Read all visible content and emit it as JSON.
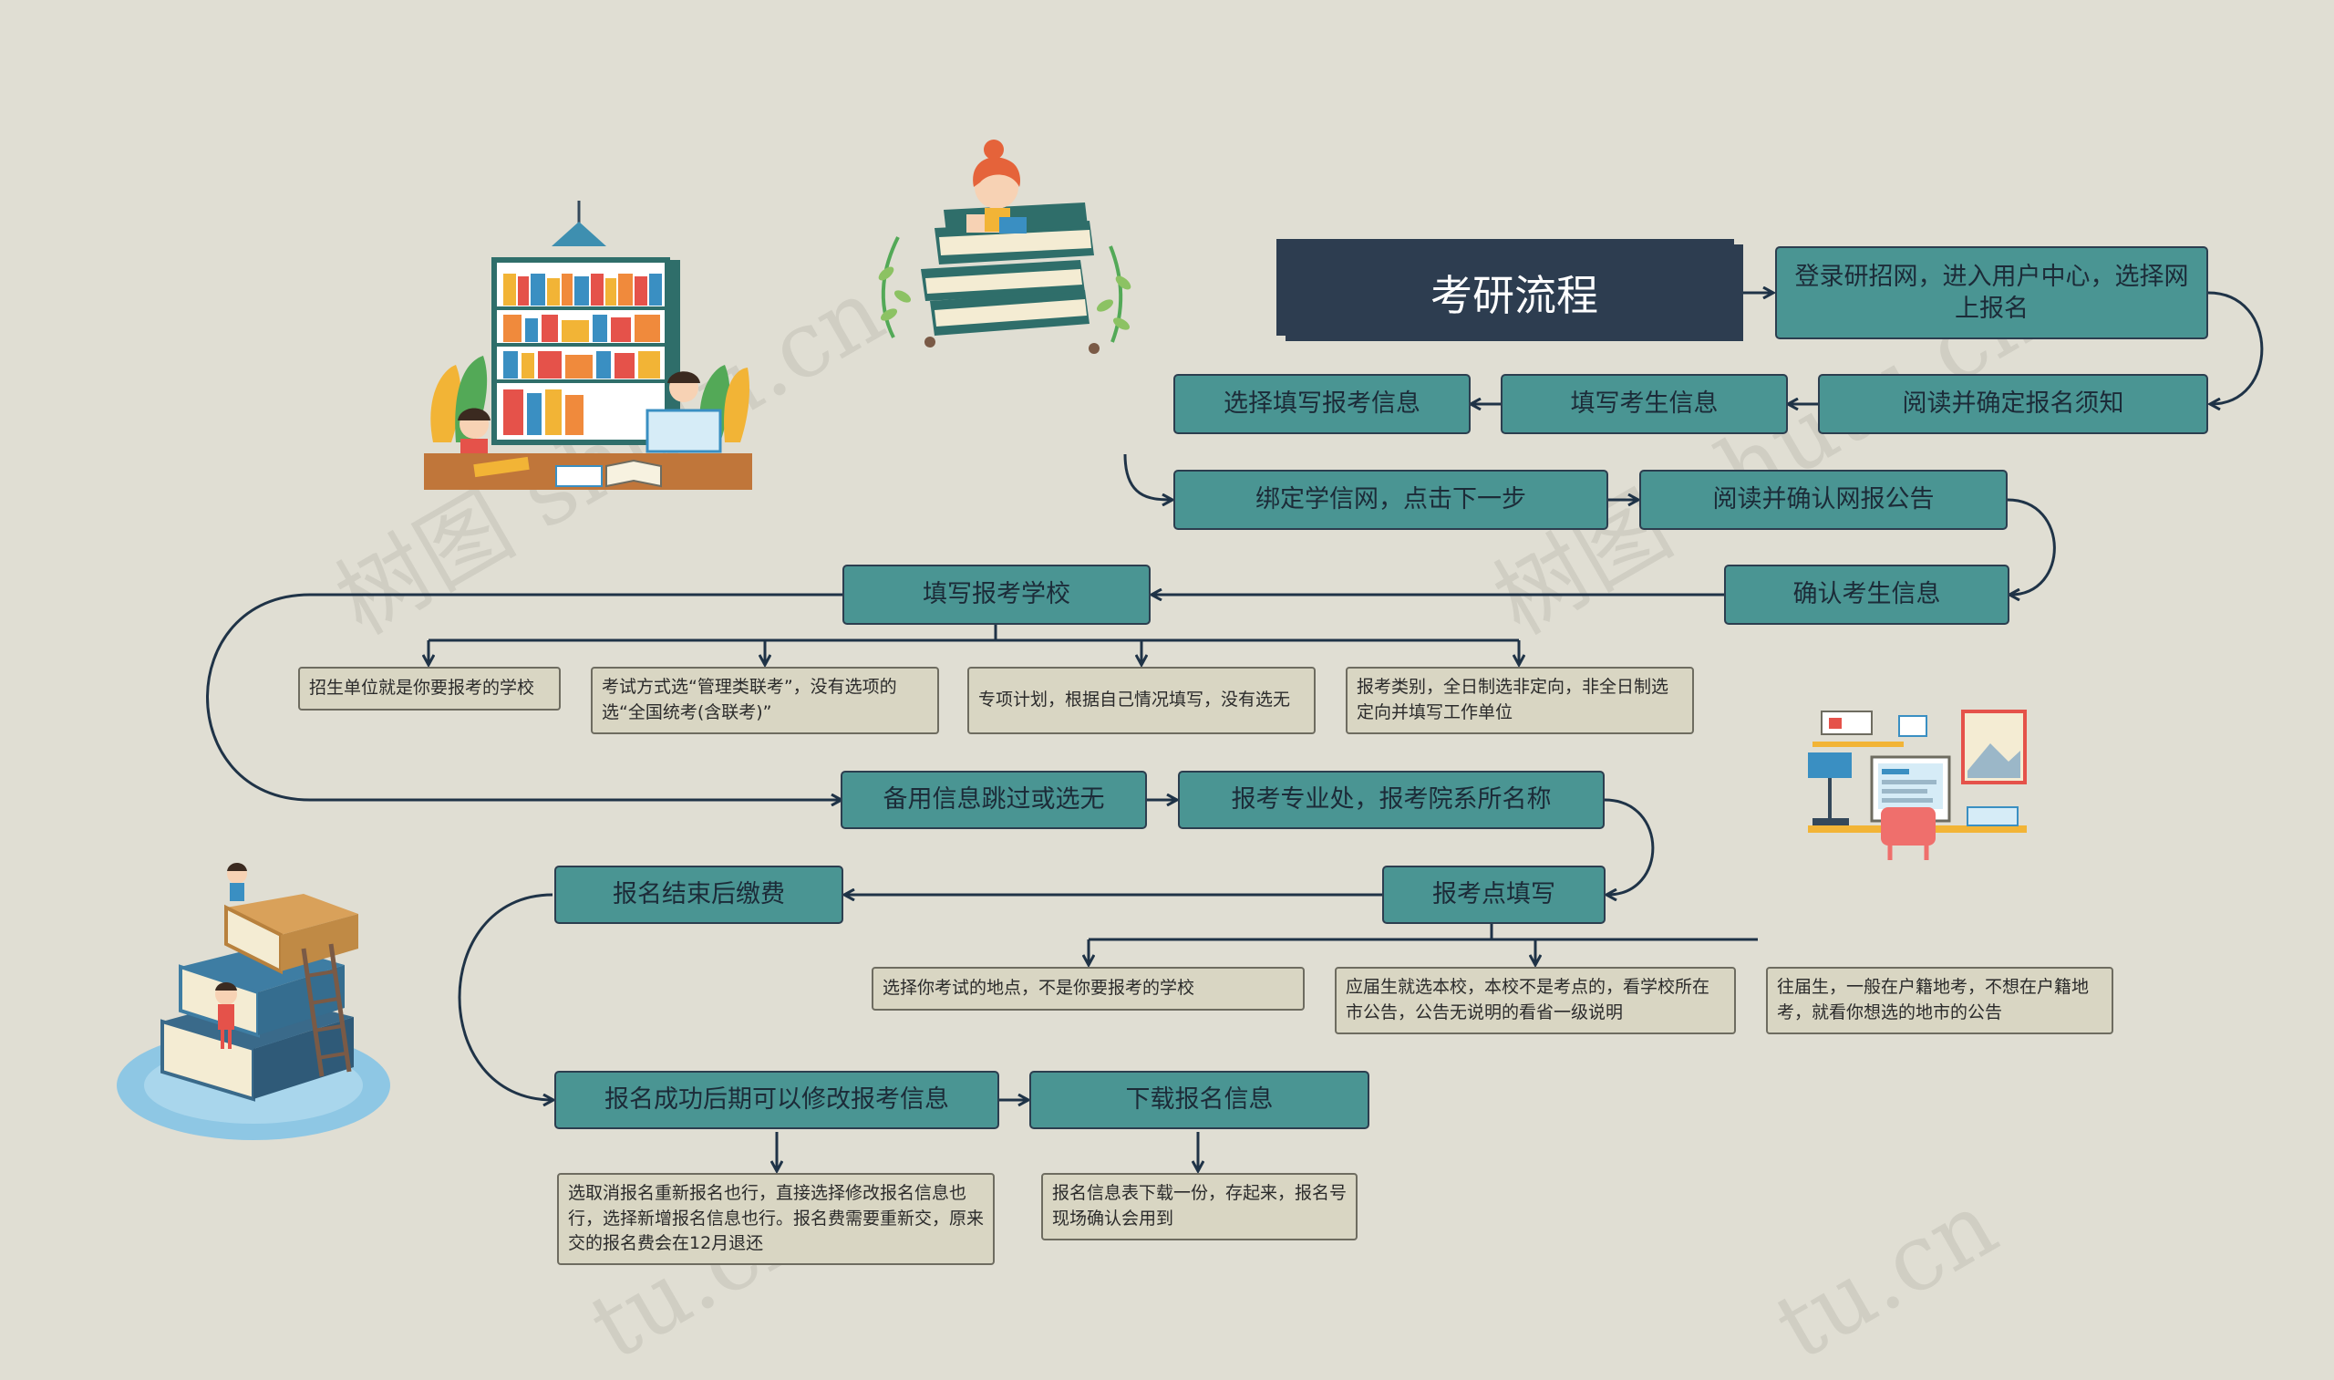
{
  "title": "考研流程",
  "watermark": "树图 shutu.cn",
  "watermark_partial": "tu.cn",
  "steps": {
    "login": "登录研招网，进入用户中心，选择网上报名",
    "read_notice": "阅读并确定报名须知",
    "fill_info": "填写考生信息",
    "select_info": "选择填写报考信息",
    "bind_xuexin": "绑定学信网，点击下一步",
    "read_announce": "阅读并确认网报公告",
    "confirm_info": "确认考生信息",
    "fill_school": "填写报考学校",
    "backup": "备用信息跳过或选无",
    "major": "报考专业处，报考院系所名称",
    "exam_site": "报考点填写",
    "pay": "报名结束后缴费",
    "modify": "报名成功后期可以修改报考信息",
    "download": "下载报名信息"
  },
  "notes": {
    "school_1": "招生单位就是你要报考的学校",
    "school_2": "考试方式选“管理类联考”，没有选项的选“全国统考(含联考)”",
    "school_3": "专项计划，根据自己情况填写，没有选无",
    "school_4": "报考类别，全日制选非定向，非全日制选定向并填写工作单位",
    "site_1": "选择你考试的地点，不是你要报考的学校",
    "site_2": "应届生就选本校，本校不是考点的，看学校所在市公告，公告无说明的看省一级说明",
    "site_3": "往届生，一般在户籍地考，不想在户籍地考，就看你想选的地市的公告",
    "modify_1": "选取消报名重新报名也行，直接选择修改报名信息也行，选择新增报名信息也行。报名费需要重新交，原来交的报名费会在12月退还",
    "download_1": "报名信息表下载一份，存起来，报名号现场确认会用到"
  },
  "colors": {
    "background": "#e0ded3",
    "node_fill": "#4a9593",
    "node_border": "#2c3e4f",
    "title_fill": "#2d3d50",
    "note_fill": "#d9d6c3",
    "line": "#1f3347"
  }
}
